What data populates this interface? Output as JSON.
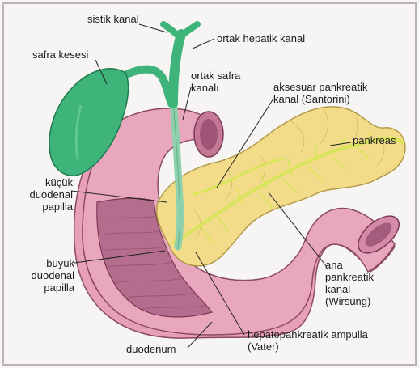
{
  "labels": {
    "sistik_kanal": "sistik kanal",
    "safra_kesesi": "safra kesesi",
    "ortak_hepatik_kanal": "ortak hepatik kanal",
    "ortak_safra_kanali": "ortak safra\nkanalı",
    "aksesuar_pankreatik": "aksesuar pankreatik\nkanal (Santorini)",
    "pankreas": "pankreas",
    "kucuk_papilla": "küçük\nduodenal\npapilla",
    "buyuk_papilla": "büyük\nduodenal\npapilla",
    "ana_pankreatik": "ana\npankreatik\nkanal\n(Wirsung)",
    "duodenum": "duodenum",
    "hepatopankreatik": "hepatopankreatik ampulla\n(Vater)"
  },
  "colors": {
    "gallbladder": "#3fb47a",
    "duodenum": "#e7a0b8",
    "duodenum_inner": "#b06888",
    "pancreas": "#f2dc8a",
    "ducts": "#d8e45a",
    "leader_lines": "#222222"
  }
}
